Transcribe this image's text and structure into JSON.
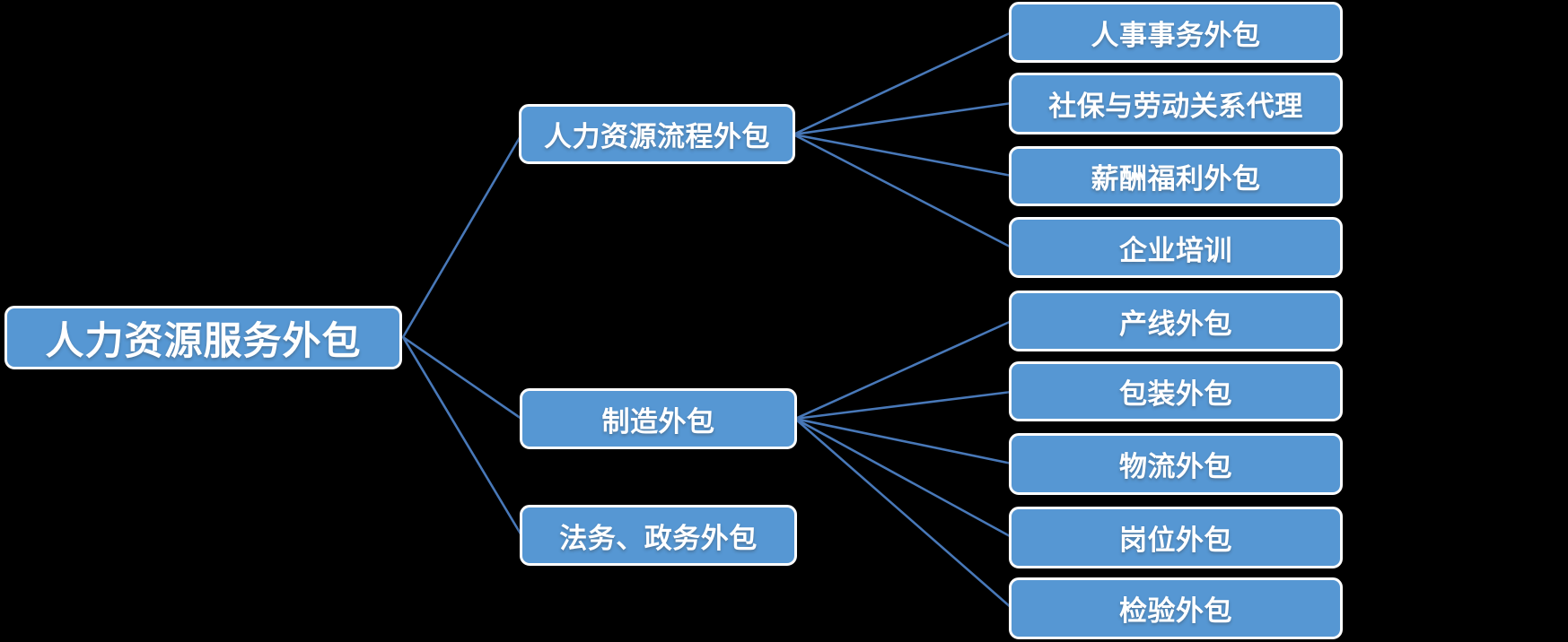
{
  "colors": {
    "background": "#000000",
    "node_fill": "#5697d3",
    "node_border": "#fdfdfd",
    "line_color": "#4878b8",
    "text_color": "#ffffff"
  },
  "tree": {
    "root": "人力资源服务外包",
    "branches": [
      {
        "label": "人力资源流程外包",
        "children": [
          "人事事务外包",
          "社保与劳动关系代理",
          "薪酬福利外包",
          "企业培训"
        ]
      },
      {
        "label": "制造外包",
        "children": [
          "产线外包",
          "包装外包",
          "物流外包",
          "岗位外包",
          "检验外包"
        ]
      },
      {
        "label": "法务、政务外包",
        "children": []
      }
    ]
  }
}
